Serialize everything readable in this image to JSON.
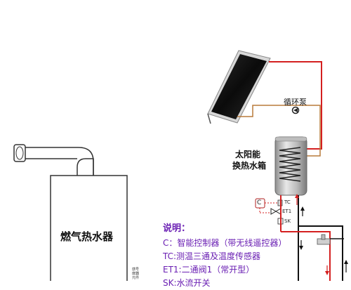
{
  "heater": {
    "label": "燃气热水器",
    "side_note": "感号\n度器\n元件"
  },
  "tank": {
    "label_line1": "太阳能",
    "label_line2": "换热水箱"
  },
  "pump": {
    "label": "循环泵"
  },
  "valve_labels": {
    "c": "C",
    "tc": "TC",
    "et1": "ET1",
    "sk": "SK"
  },
  "legend": {
    "title": "说明：",
    "items": [
      "C：智能控制器（带无线遥控器）",
      "TC:测温三通及温度传感器",
      "ET1:二通阀1（常开型）",
      "SK:水流开关"
    ]
  },
  "colors": {
    "hot_pipe": "#d42020",
    "cold_pipe": "#111111",
    "legend_text": "#6a1fb3",
    "arrow": "#d42020"
  }
}
